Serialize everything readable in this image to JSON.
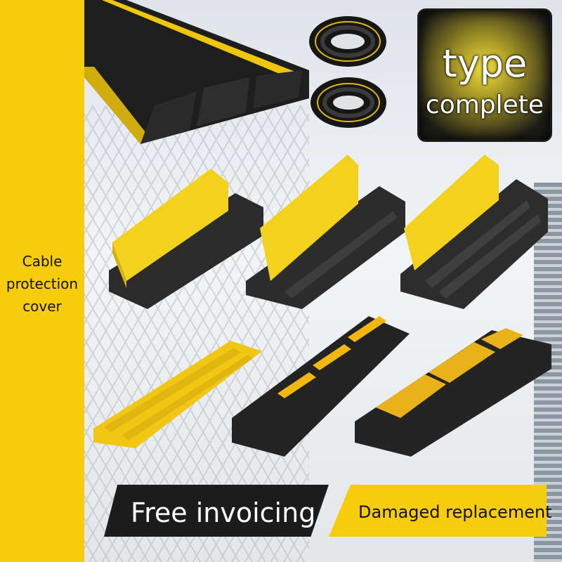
{
  "side_label": {
    "lines": [
      "Cable",
      "protection",
      "cover"
    ]
  },
  "badge": {
    "line1": "type",
    "line2": "complete"
  },
  "banners": {
    "left": "Free invoicing",
    "right": "Damaged replacement"
  },
  "colors": {
    "accent_yellow": "#f7cc0d",
    "rubber_black": "#1c1c1c"
  }
}
